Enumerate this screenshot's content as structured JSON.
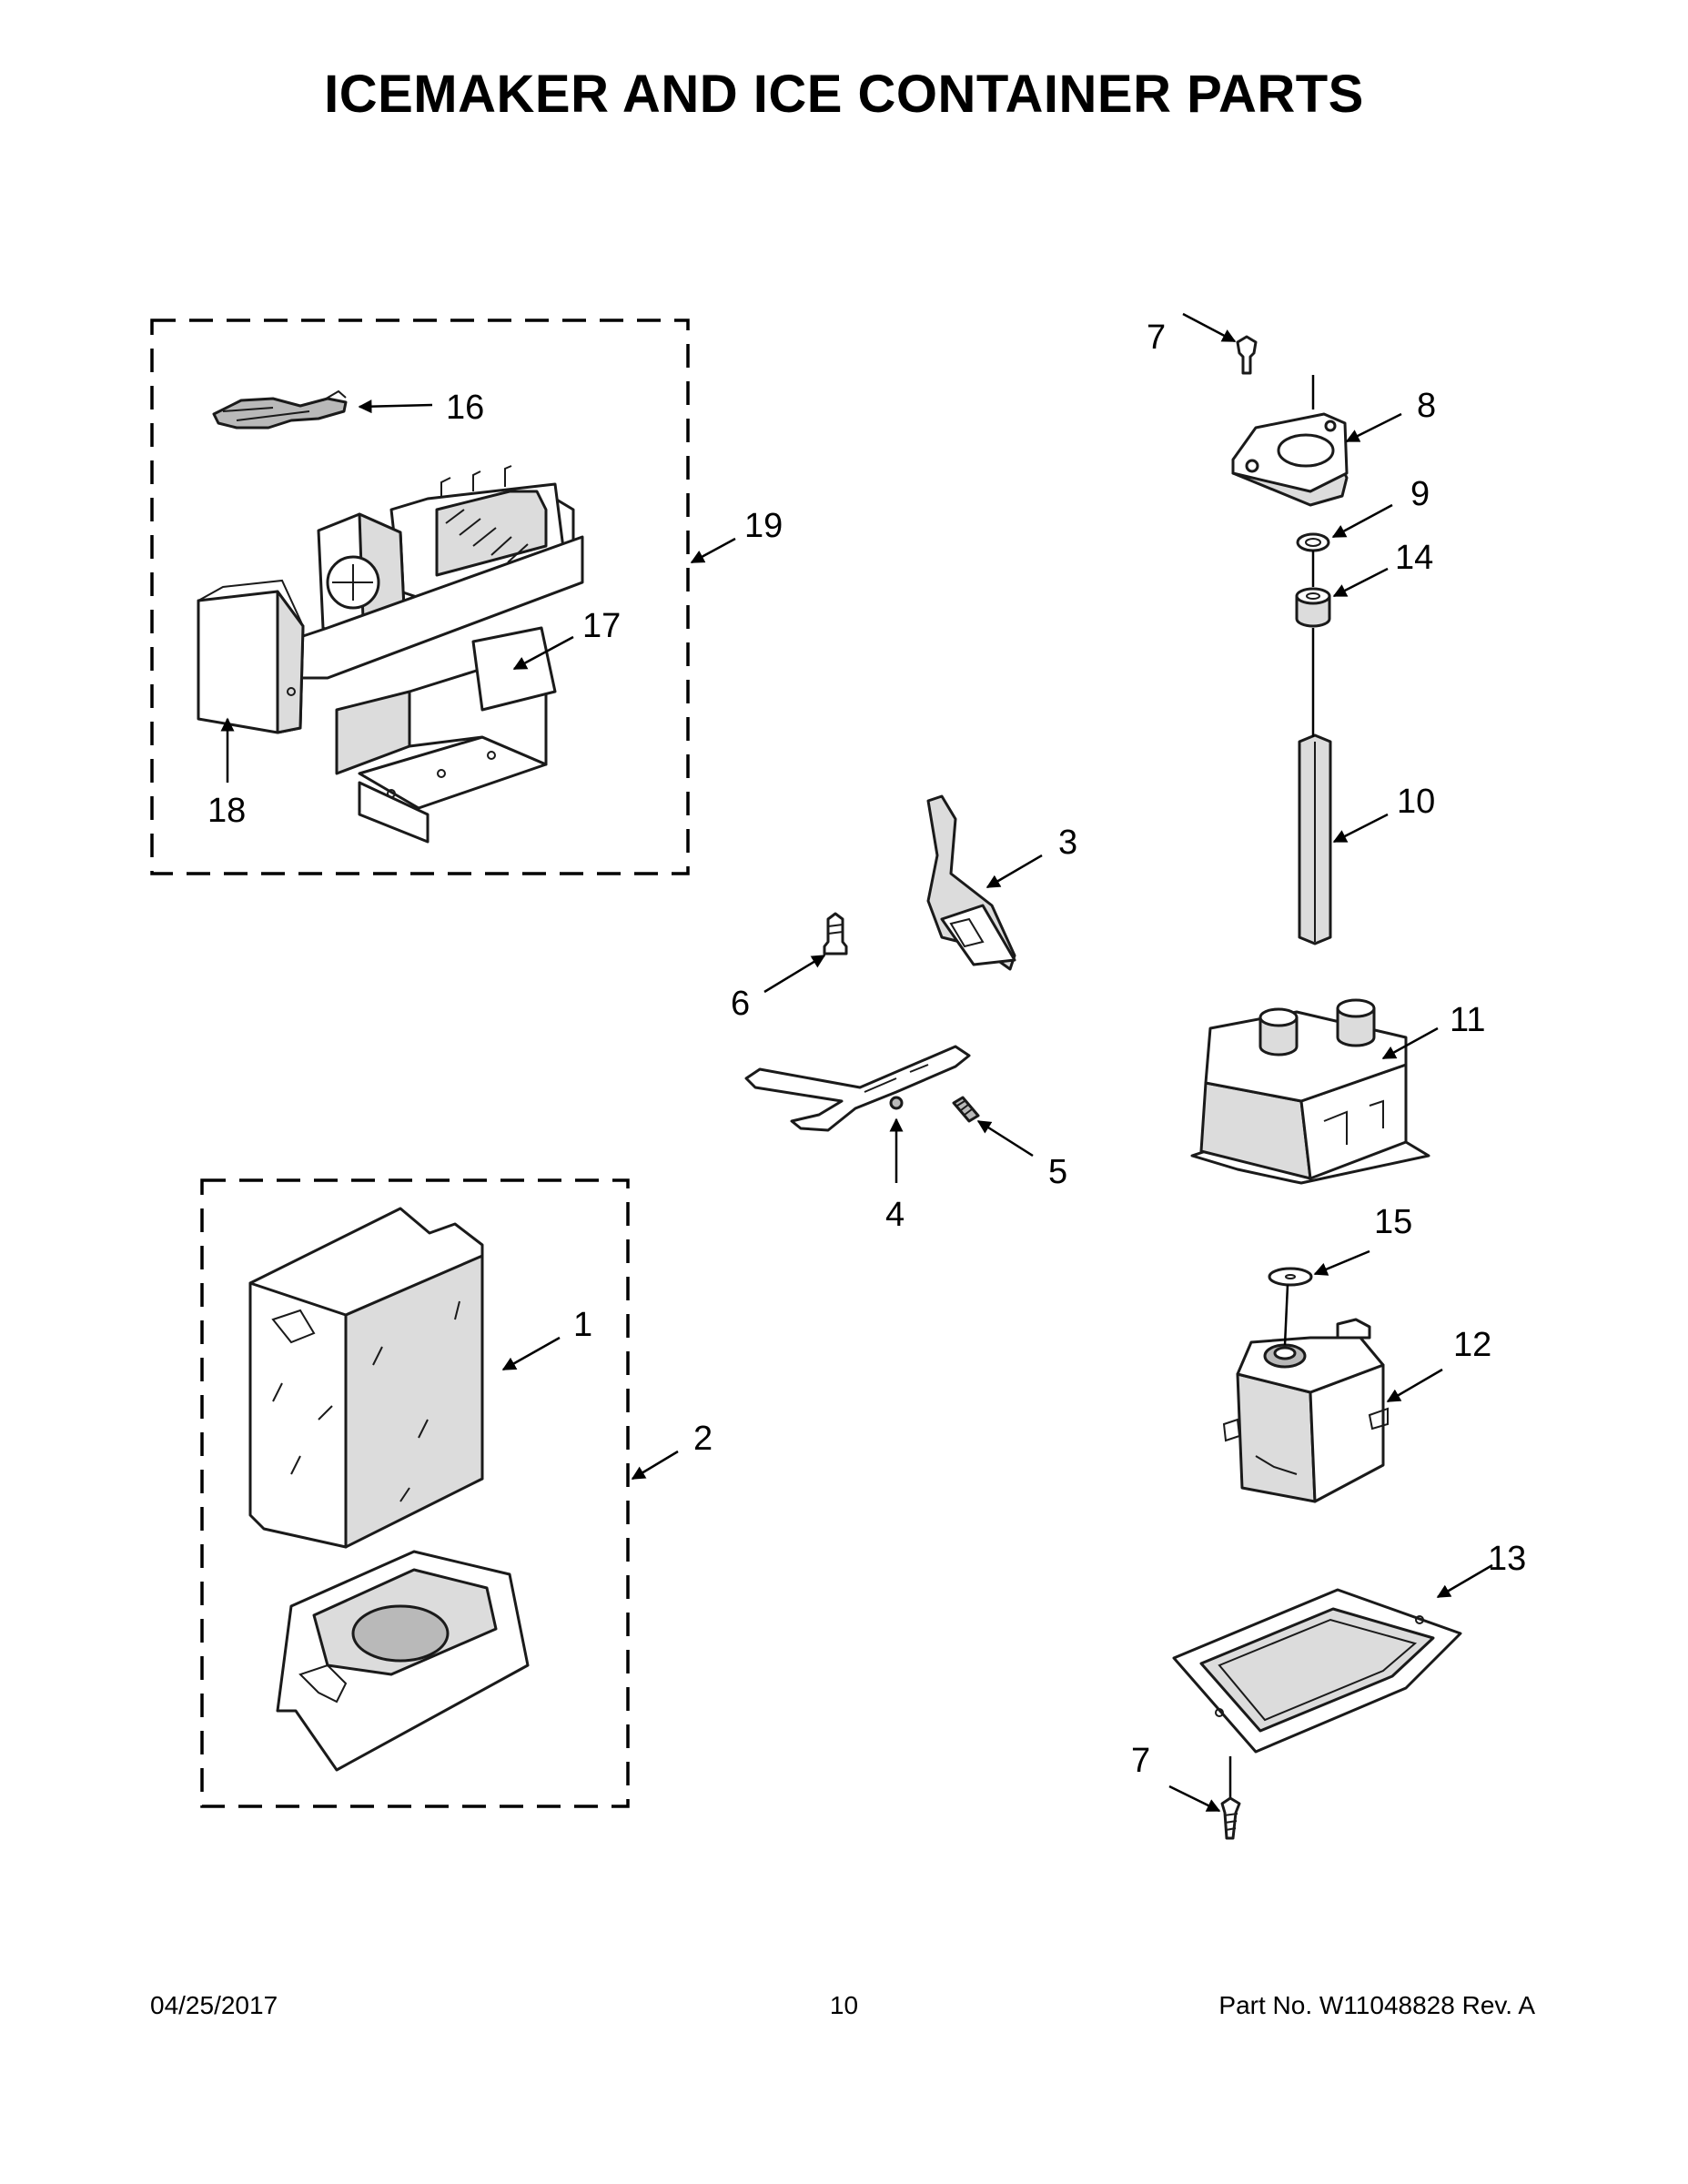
{
  "title": "ICEMAKER AND ICE CONTAINER PARTS",
  "callouts": [
    "7",
    "16",
    "8",
    "9",
    "19",
    "14",
    "17",
    "18",
    "10",
    "3",
    "6",
    "11",
    "5",
    "4",
    "15",
    "1",
    "12",
    "2",
    "13",
    "7"
  ],
  "footer": {
    "date": "04/25/2017",
    "page": "10",
    "part": "Part No.  W11048828   Rev.  A"
  }
}
